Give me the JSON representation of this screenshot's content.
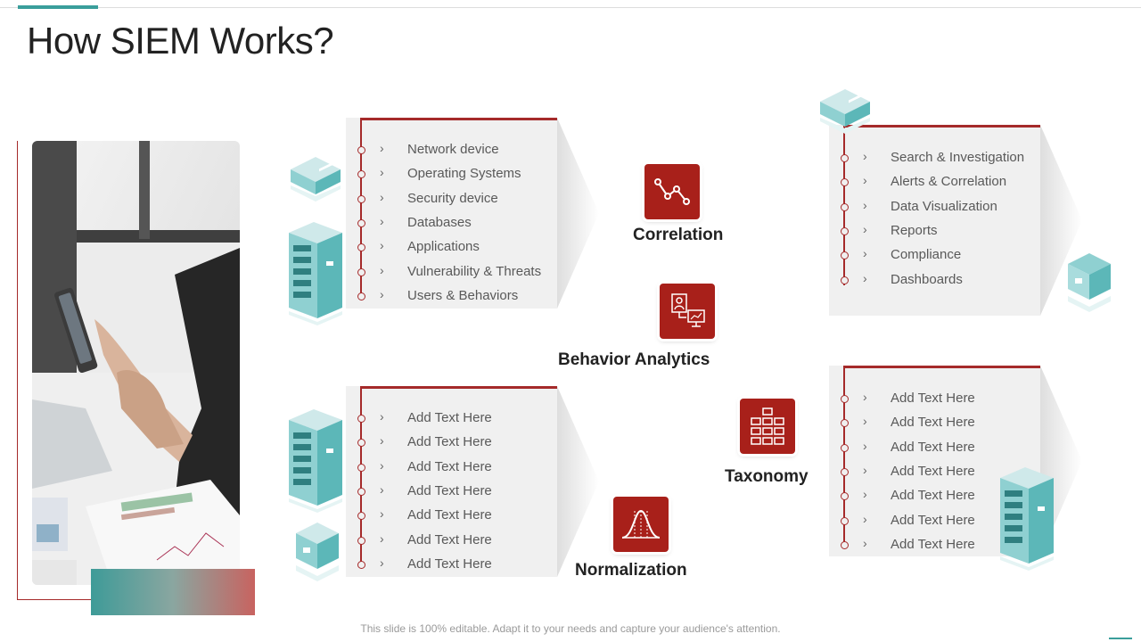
{
  "title": "How SIEM Works?",
  "sources_panel": {
    "items": [
      "Network device",
      "Operating Systems",
      "Security device",
      "Databases",
      "Applications",
      "Vulnerability  & Threats",
      "Users & Behaviors"
    ]
  },
  "outputs_panel": {
    "items": [
      "Search & Investigation",
      "Alerts & Correlation",
      "Data Visualization",
      "Reports",
      "Compliance",
      "Dashboards"
    ]
  },
  "bottom_left_panel": {
    "items": [
      "Add Text Here",
      "Add Text Here",
      "Add Text Here",
      "Add Text Here",
      "Add Text Here",
      "Add Text Here",
      "Add Text Here"
    ]
  },
  "bottom_right_panel": {
    "items": [
      "Add Text Here",
      "Add Text Here",
      "Add Text Here",
      "Add Text Here",
      "Add Text Here",
      "Add Text Here",
      "Add Text Here"
    ]
  },
  "hubs": {
    "correlation": "Correlation",
    "behavior_analytics": "Behavior Analytics",
    "taxonomy": "Taxonomy",
    "normalization": "Normalization"
  },
  "icons": {
    "correlation": "line-chart-icon",
    "behavior_analytics": "user-monitor-icon",
    "taxonomy": "hierarchy-icon",
    "normalization": "bell-curve-icon",
    "devices": [
      "router-icon",
      "server-icon",
      "server-icon",
      "cube-icon",
      "router-icon",
      "cube-icon",
      "server-icon"
    ]
  },
  "colors": {
    "accent_red": "#a8201a",
    "teal": "#3a9e9b",
    "panel_bg": "#f0f0f0"
  },
  "footer": "This slide is 100% editable. Adapt it to your needs and capture your audience's attention."
}
